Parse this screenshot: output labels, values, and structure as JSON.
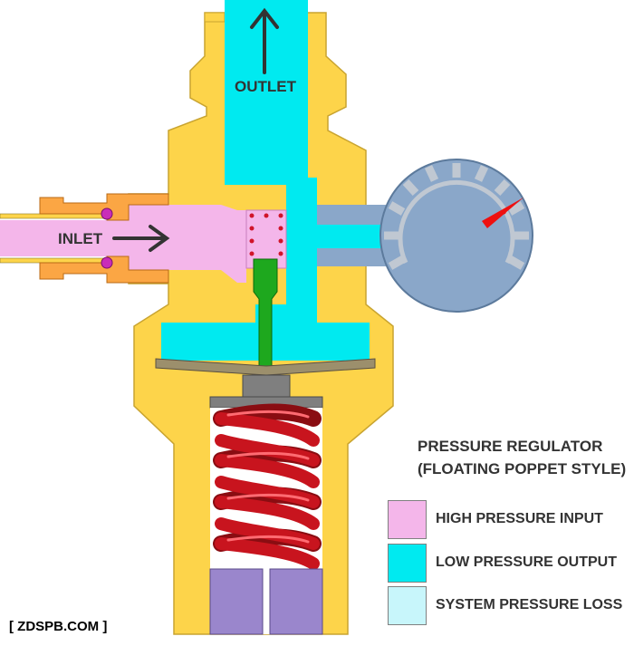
{
  "labels": {
    "outlet": "OUTLET",
    "inlet": "INLET"
  },
  "title": {
    "line1": "PRESSURE REGULATOR",
    "line2": "(FLOATING POPPET STYLE)"
  },
  "legend": [
    {
      "label": "HIGH PRESSURE INPUT",
      "color": "#f4b6ea"
    },
    {
      "label": "LOW PRESSURE OUTPUT",
      "color": "#00eaf0"
    },
    {
      "label": "SYSTEM PRESSURE LOSS",
      "color": "#c8f6fb"
    }
  ],
  "watermark": "[ ZDSPB.COM ]",
  "colors": {
    "body": "#fdd44a",
    "body_outline": "#c9a430",
    "high_pressure": "#f4b6ea",
    "low_pressure": "#00eaf0",
    "system_loss": "#c8f6fb",
    "fitting": "#fba644",
    "poppet": "#1ea81e",
    "spring": "#c8141e",
    "diaphragm": "#9c8f6c",
    "plunger": "#7f7f7f",
    "adjuster": "#9a86cc",
    "gauge_face": "#8aa7c9",
    "gauge_marks": "#c0c8d2",
    "needle": "#ee1010"
  }
}
